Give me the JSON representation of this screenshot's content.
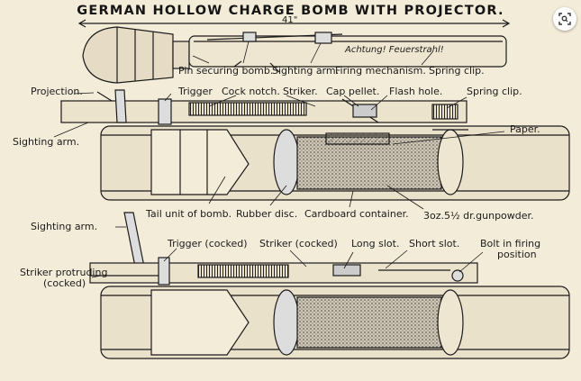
{
  "title": "GERMAN HOLLOW CHARGE BOMB WITH PROJECTOR.",
  "dimension": "41\"",
  "inscription": "Achtung! Feuerstrahl!",
  "labels": {
    "pin_securing_bomb": "Pin securing bomb.",
    "sighting_arm_top": "Sighting arm.",
    "firing_mechanism": "Firing mechanism.",
    "spring_clip_top": "Spring clip.",
    "projection": "Projection.",
    "trigger": "Trigger",
    "cock_notch": "Cock notch.",
    "striker": "Striker.",
    "cap_pellet": "Cap pellet.",
    "flash_hole": "Flash hole.",
    "spring_clip_mid": "Spring clip.",
    "sighting_arm_mid": "Sighting arm.",
    "paper": "Paper.",
    "tail_unit": "Tail unit of bomb.",
    "rubber_disc": "Rubber disc.",
    "cardboard_container": "Cardboard container.",
    "gunpowder": "3oz.5½ dr.gunpowder.",
    "sighting_arm_low": "Sighting arm.",
    "trigger_cocked": "Trigger (cocked)",
    "striker_cocked": "Striker (cocked)",
    "long_slot": "Long slot.",
    "short_slot": "Short slot.",
    "bolt_firing": "Bolt in firing",
    "bolt_position": "position",
    "striker_protruding": "Striker protruding",
    "cocked": "(cocked)"
  },
  "colors": {
    "paper_bg": "#f3ecd9",
    "ink": "#1b1b1b"
  },
  "icons": {
    "scan": "scan-search-icon"
  }
}
